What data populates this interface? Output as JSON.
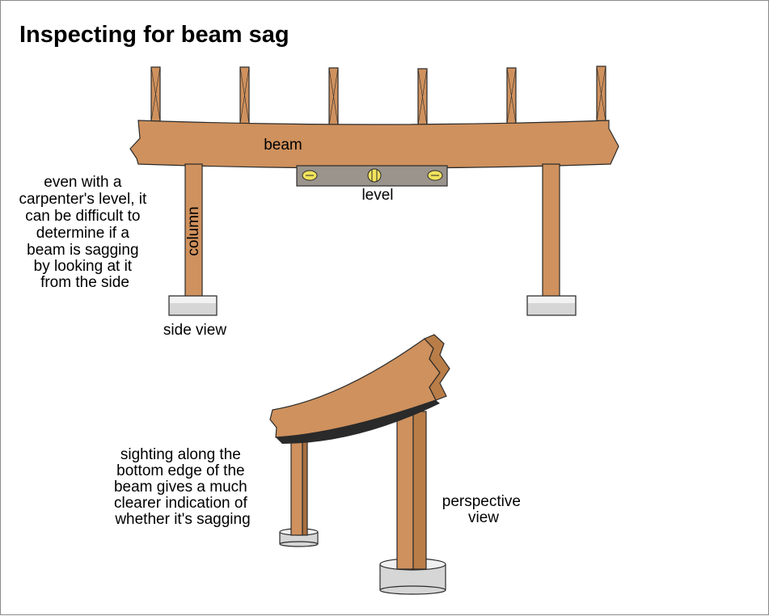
{
  "title": "Inspecting for beam sag",
  "labels": {
    "beam": "beam",
    "level": "level",
    "column": "column",
    "side_view": "side view",
    "perspective_view": [
      "perspective",
      "view"
    ]
  },
  "notes": {
    "side_note": [
      "even with a",
      "carpenter's level, it",
      "can be difficult to",
      "determine if a",
      "beam is sagging",
      "by looking at it",
      "from the side"
    ],
    "perspective_note": [
      "sighting along the",
      "bottom edge of the",
      "beam gives a much",
      "clearer indication of",
      "whether it's sagging"
    ]
  },
  "colors": {
    "wood": "#cf915d",
    "wood_dark": "#a86f3e",
    "level_body": "#9b948c",
    "footing": "#d6d6d6",
    "vial": "#f2e25c",
    "outline": "#2a2a2a"
  }
}
